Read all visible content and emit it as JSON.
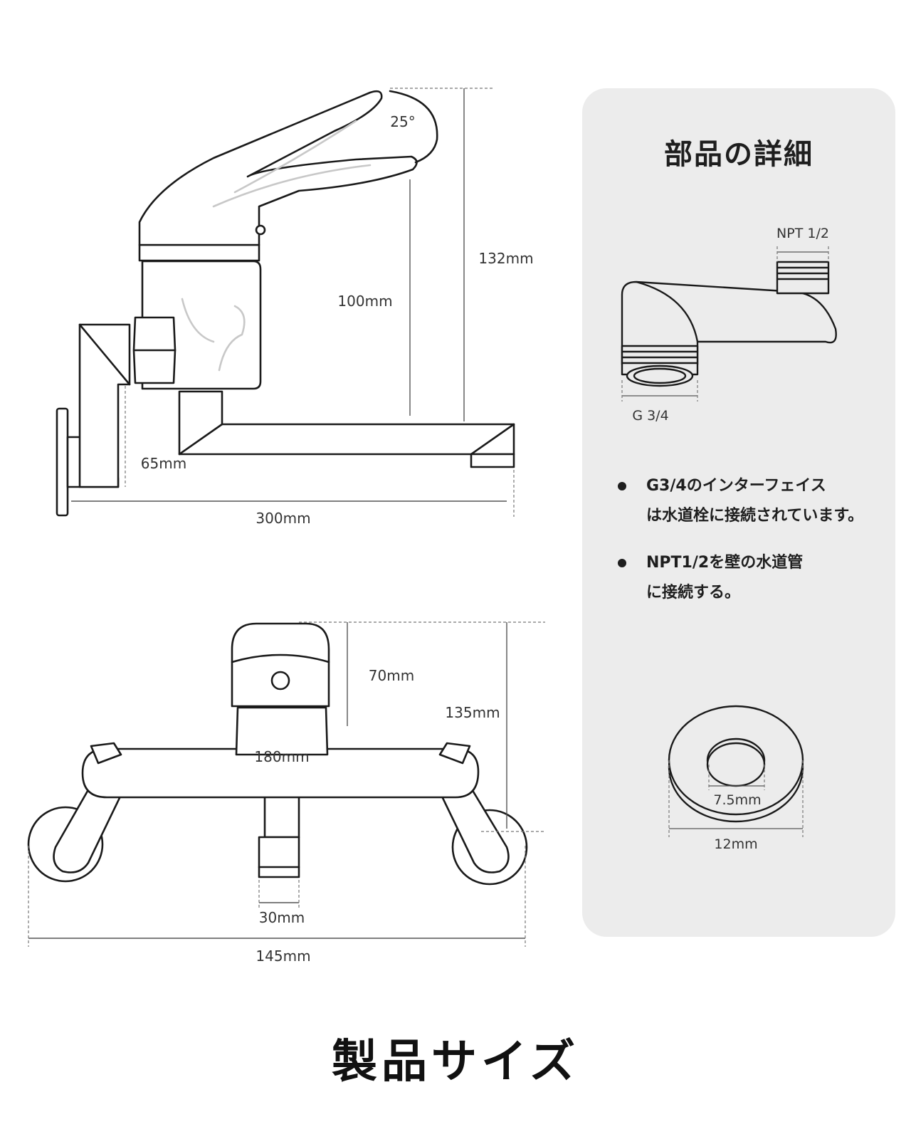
{
  "side_view": {
    "angle": "25°",
    "dim_height_total": "132mm",
    "dim_handle_height": "100mm",
    "dim_wall_height": "65mm",
    "dim_spout_length": "300mm"
  },
  "front_view": {
    "dim_top_height": "70mm",
    "dim_total_height": "135mm",
    "dim_body_width": "180mm",
    "dim_spout_width": "30mm",
    "dim_total_width": "145mm"
  },
  "panel": {
    "title": "部品の詳細",
    "connector_top_label": "NPT 1/2",
    "connector_bottom_label": "G 3/4",
    "bullet1_line1": "G3/4のインターフェイス",
    "bullet1_line2": "は水道栓に接続されています。",
    "bullet2_line1": "NPT1/2を壁の水道管",
    "bullet2_line2": "に接続する。",
    "ring_inner_label": "7.5mm",
    "ring_outer_label": "12mm"
  },
  "footer_title": "製品サイズ",
  "colors": {
    "panel_background": "#ececec",
    "line": "#1a1a1a",
    "dimension_line": "#555555"
  }
}
